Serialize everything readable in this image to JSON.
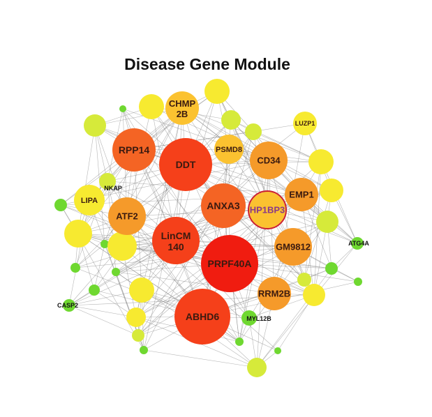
{
  "title": "Disease Gene Module",
  "colors": {
    "red": "#f01c10",
    "red_orange": "#f5401a",
    "orange_red": "#f46424",
    "orange": "#f59a2a",
    "amber": "#fbc230",
    "yellow": "#f7ea30",
    "yellow_green": "#d6ea3a",
    "green": "#6fd830",
    "edge": "#7a7a7a",
    "highlight_ring": "#cc2030",
    "highlight_label": "#8a3a88"
  },
  "nodes": [
    {
      "id": "DDT",
      "label": "DDT",
      "color": "red_orange"
    },
    {
      "id": "PRPF40A",
      "label": "PRPF40A",
      "color": "red"
    },
    {
      "id": "ABHD6",
      "label": "ABHD6",
      "color": "red_orange"
    },
    {
      "id": "LinCM140",
      "label": "LinCM 140",
      "color": "red_orange"
    },
    {
      "id": "ANXA3",
      "label": "ANXA3",
      "color": "orange_red"
    },
    {
      "id": "RPP14",
      "label": "RPP14",
      "color": "orange_red"
    },
    {
      "id": "ATF2",
      "label": "ATF2",
      "color": "orange"
    },
    {
      "id": "CD34",
      "label": "CD34",
      "color": "orange"
    },
    {
      "id": "EMP1",
      "label": "EMP1",
      "color": "orange"
    },
    {
      "id": "GM9812",
      "label": "GM9812",
      "color": "orange"
    },
    {
      "id": "RRM2B",
      "label": "RRM2B",
      "color": "orange"
    },
    {
      "id": "CHMP2B",
      "label": "CHMP 2B",
      "color": "amber"
    },
    {
      "id": "PSMD8",
      "label": "PSMD8",
      "color": "amber"
    },
    {
      "id": "HP1BP3",
      "label": "HP1BP3",
      "color": "amber",
      "highlight": true
    },
    {
      "id": "LIPA",
      "label": "LIPA",
      "color": "yellow"
    },
    {
      "id": "LUZP1",
      "label": "LUZP1",
      "color": "yellow"
    },
    {
      "id": "NKAP",
      "label": "NKAP",
      "color": "yellow_green"
    },
    {
      "id": "MYL12B",
      "label": "MYL12B",
      "color": "green"
    },
    {
      "id": "ATG4A",
      "label": "ATG4A",
      "color": "green"
    },
    {
      "id": "CASP2",
      "label": "CASP2",
      "color": "green"
    },
    {
      "id": "y1",
      "label": "",
      "color": "yellow"
    },
    {
      "id": "y2",
      "label": "",
      "color": "yellow"
    },
    {
      "id": "y3",
      "label": "",
      "color": "yellow"
    },
    {
      "id": "y4",
      "label": "",
      "color": "yellow"
    },
    {
      "id": "y5",
      "label": "",
      "color": "yellow"
    },
    {
      "id": "y6",
      "label": "",
      "color": "yellow"
    },
    {
      "id": "y7",
      "label": "",
      "color": "yellow"
    },
    {
      "id": "y8",
      "label": "",
      "color": "yellow"
    },
    {
      "id": "y9",
      "label": "",
      "color": "yellow"
    },
    {
      "id": "yg1",
      "label": "",
      "color": "yellow_green"
    },
    {
      "id": "yg2",
      "label": "",
      "color": "yellow_green"
    },
    {
      "id": "yg3",
      "label": "",
      "color": "yellow_green"
    },
    {
      "id": "yg4",
      "label": "",
      "color": "yellow_green"
    },
    {
      "id": "yg5",
      "label": "",
      "color": "yellow_green"
    },
    {
      "id": "yg6",
      "label": "",
      "color": "yellow_green"
    },
    {
      "id": "yg7",
      "label": "",
      "color": "yellow_green"
    },
    {
      "id": "g1",
      "label": "",
      "color": "green"
    },
    {
      "id": "g2",
      "label": "",
      "color": "green"
    },
    {
      "id": "g3",
      "label": "",
      "color": "green"
    },
    {
      "id": "g4",
      "label": "",
      "color": "green"
    },
    {
      "id": "g5",
      "label": "",
      "color": "green"
    },
    {
      "id": "g6",
      "label": "",
      "color": "green"
    },
    {
      "id": "g7",
      "label": "",
      "color": "green"
    },
    {
      "id": "g8",
      "label": "",
      "color": "green"
    },
    {
      "id": "g9",
      "label": "",
      "color": "green"
    },
    {
      "id": "g10",
      "label": "",
      "color": "green"
    },
    {
      "id": "g11",
      "label": "",
      "color": "green"
    }
  ]
}
